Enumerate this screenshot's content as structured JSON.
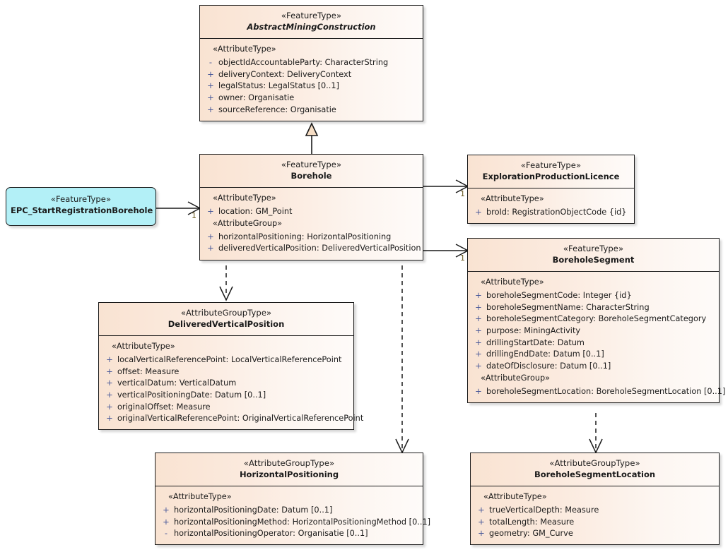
{
  "diagram": {
    "title": "Borehole UML class diagram",
    "palette": {
      "class_fill_left": "#f9e3d2",
      "class_fill_right": "#fefbf9",
      "class_border": "#1a1a1a",
      "highlight_fill": "#b3f0f7",
      "visibility_color": "#4a5a9a",
      "multiplicity_color": "#6b5a22"
    }
  },
  "classes": {
    "abstract_mining_construction": {
      "stereotype": "«FeatureType»",
      "name": "AbstractMiningConstruction",
      "abstract": true,
      "groups": [
        {
          "label": "«AttributeType»",
          "attributes": [
            {
              "visibility": "-",
              "text": "objectIdAccountableParty: CharacterString"
            },
            {
              "visibility": "+",
              "text": "deliveryContext: DeliveryContext"
            },
            {
              "visibility": "+",
              "text": "legalStatus: LegalStatus [0..1]"
            },
            {
              "visibility": "+",
              "text": "owner: Organisatie"
            },
            {
              "visibility": "+",
              "text": "sourceReference: Organisatie"
            }
          ]
        }
      ]
    },
    "borehole": {
      "stereotype": "«FeatureType»",
      "name": "Borehole",
      "abstract": false,
      "groups": [
        {
          "label": "«AttributeType»",
          "attributes": [
            {
              "visibility": "+",
              "text": "location: GM_Point"
            }
          ]
        },
        {
          "label": "«AttributeGroup»",
          "attributes": [
            {
              "visibility": "+",
              "text": "horizontalPositioning: HorizontalPositioning"
            },
            {
              "visibility": "+",
              "text": "deliveredVerticalPosition: DeliveredVerticalPosition"
            }
          ]
        }
      ]
    },
    "epc_start_registration_borehole": {
      "stereotype": "«FeatureType»",
      "name": "EPC_StartRegistrationBorehole",
      "abstract": false,
      "groups": []
    },
    "exploration_production_licence": {
      "stereotype": "«FeatureType»",
      "name": "ExplorationProductionLicence",
      "abstract": false,
      "groups": [
        {
          "label": "«AttributeType»",
          "attributes": [
            {
              "visibility": "+",
              "text": "broId: RegistrationObjectCode {id}"
            }
          ]
        }
      ]
    },
    "borehole_segment": {
      "stereotype": "«FeatureType»",
      "name": "BoreholeSegment",
      "abstract": false,
      "groups": [
        {
          "label": "«AttributeType»",
          "attributes": [
            {
              "visibility": "+",
              "text": "boreholeSegmentCode: Integer {id}"
            },
            {
              "visibility": "+",
              "text": "boreholeSegmentName: CharacterString"
            },
            {
              "visibility": "+",
              "text": "boreholeSegmentCategory: BoreholeSegmentCategory"
            },
            {
              "visibility": "+",
              "text": "purpose: MiningActivity"
            },
            {
              "visibility": "+",
              "text": "drillingStartDate: Datum"
            },
            {
              "visibility": "+",
              "text": "drillingEndDate: Datum [0..1]"
            },
            {
              "visibility": "+",
              "text": "dateOfDisclosure: Datum [0..1]"
            }
          ]
        },
        {
          "label": "«AttributeGroup»",
          "attributes": [
            {
              "visibility": "+",
              "text": "boreholeSegmentLocation: BoreholeSegmentLocation [0..1]"
            }
          ]
        }
      ]
    },
    "delivered_vertical_position": {
      "stereotype": "«AttributeGroupType»",
      "name": "DeliveredVerticalPosition",
      "abstract": false,
      "groups": [
        {
          "label": "«AttributeType»",
          "attributes": [
            {
              "visibility": "+",
              "text": "localVerticalReferencePoint: LocalVerticalReferencePoint"
            },
            {
              "visibility": "+",
              "text": "offset: Measure"
            },
            {
              "visibility": "+",
              "text": "verticalDatum: VerticalDatum"
            },
            {
              "visibility": "+",
              "text": "verticalPositioningDate: Datum [0..1]"
            },
            {
              "visibility": "+",
              "text": "originalOffset: Measure"
            },
            {
              "visibility": "+",
              "text": "originalVerticalReferencePoint: OriginalVerticalReferencePoint"
            }
          ]
        }
      ]
    },
    "horizontal_positioning": {
      "stereotype": "«AttributeGroupType»",
      "name": "HorizontalPositioning",
      "abstract": false,
      "groups": [
        {
          "label": "«AttributeType»",
          "attributes": [
            {
              "visibility": "+",
              "text": "horizontalPositioningDate: Datum [0..1]"
            },
            {
              "visibility": "+",
              "text": "horizontalPositioningMethod: HorizontalPositioningMethod [0..1]"
            },
            {
              "visibility": "-",
              "text": "horizontalPositioningOperator: Organisatie [0..1]"
            }
          ]
        }
      ]
    },
    "borehole_segment_location": {
      "stereotype": "«AttributeGroupType»",
      "name": "BoreholeSegmentLocation",
      "abstract": false,
      "groups": [
        {
          "label": "«AttributeType»",
          "attributes": [
            {
              "visibility": "+",
              "text": "trueVerticalDepth: Measure"
            },
            {
              "visibility": "+",
              "text": "totalLength: Measure"
            },
            {
              "visibility": "+",
              "text": "geometry: GM_Curve"
            }
          ]
        }
      ]
    }
  },
  "connectors": {
    "generalization_borehole_to_amc": {
      "type": "generalization",
      "from": "Borehole",
      "to": "AbstractMiningConstruction",
      "label": ""
    },
    "assoc_epc_to_borehole": {
      "type": "association",
      "from": "EPC_StartRegistrationBorehole",
      "to": "Borehole",
      "target_multiplicity": "1"
    },
    "assoc_borehole_to_epl": {
      "type": "association",
      "from": "Borehole",
      "to": "ExplorationProductionLicence",
      "target_multiplicity": "1"
    },
    "assoc_borehole_to_segment": {
      "type": "association",
      "from": "Borehole",
      "to": "BoreholeSegment",
      "target_multiplicity": "1"
    },
    "dep_borehole_to_dvp": {
      "type": "dependency",
      "from": "Borehole",
      "to": "DeliveredVerticalPosition"
    },
    "dep_borehole_to_hp": {
      "type": "dependency",
      "from": "Borehole",
      "to": "HorizontalPositioning"
    },
    "dep_segment_to_bsl": {
      "type": "dependency",
      "from": "BoreholeSegment",
      "to": "BoreholeSegmentLocation"
    }
  }
}
